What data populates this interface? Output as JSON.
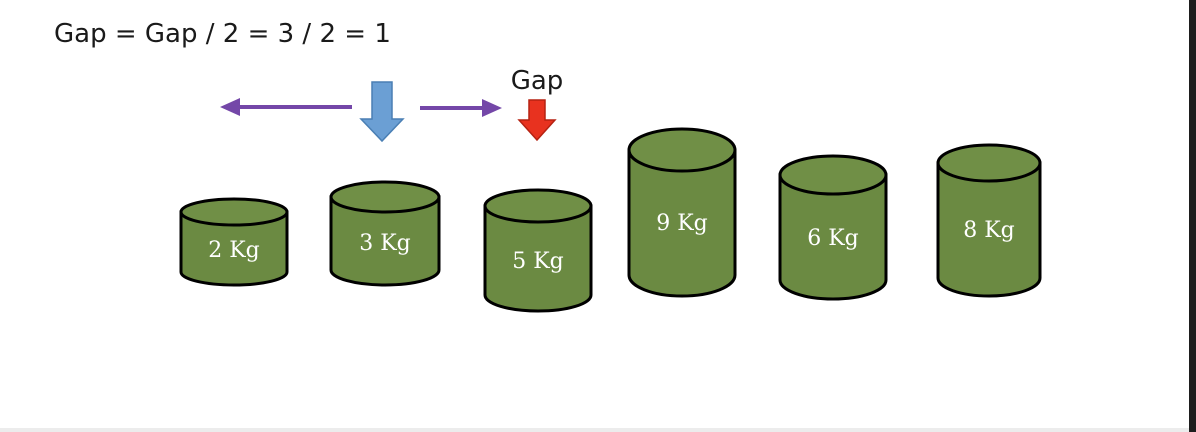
{
  "formula": "Gap = Gap / 2 = 3 / 2 = 1",
  "pointer_label": "Gap",
  "colors": {
    "cylinder_fill": "#6b8a42",
    "cylinder_top": "#708f46",
    "outline": "#000000",
    "compare_arrow": "#7447a8",
    "current_pointer": "#6b9fd4",
    "gap_pointer": "#e8321f"
  },
  "cylinders": [
    {
      "label": "2 Kg"
    },
    {
      "label": "3 Kg"
    },
    {
      "label": "5 Kg"
    },
    {
      "label": "9 Kg"
    },
    {
      "label": "6 Kg"
    },
    {
      "label": "8 Kg"
    }
  ],
  "icons": [
    "left-arrow-icon",
    "down-arrow-icon",
    "right-arrow-icon",
    "gap-down-arrow-icon"
  ]
}
